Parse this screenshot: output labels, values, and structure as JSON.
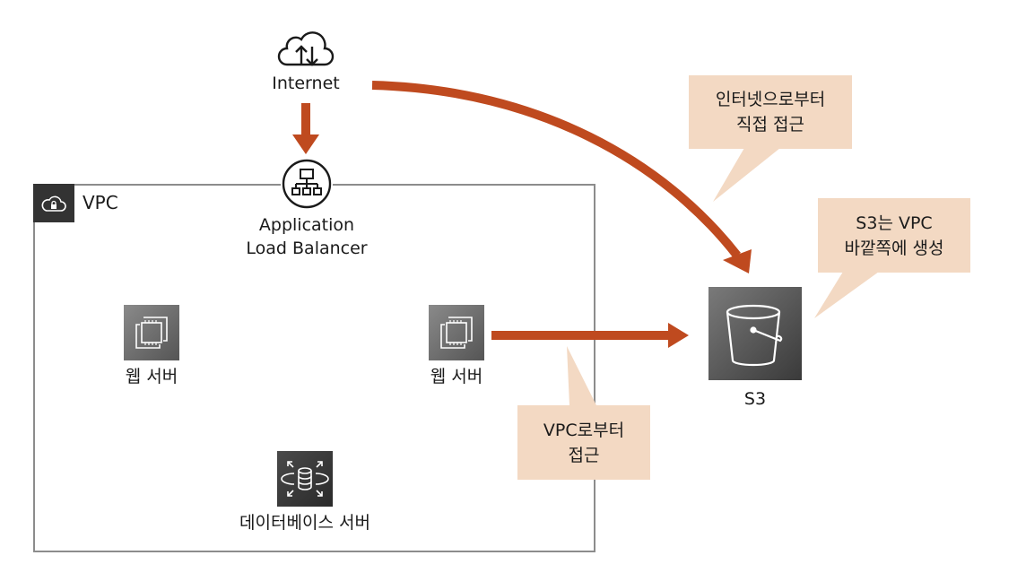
{
  "nodes": {
    "internet": {
      "label": "Internet",
      "icon": "cloud-upload-download-icon"
    },
    "vpc": {
      "label": "VPC",
      "icon": "cloud-lock-icon"
    },
    "alb": {
      "label_line1": "Application",
      "label_line2": "Load Balancer",
      "icon": "load-balancer-icon"
    },
    "web_server_1": {
      "label": "웹 서버",
      "icon": "ec2-instance-icon"
    },
    "web_server_2": {
      "label": "웹 서버",
      "icon": "ec2-instance-icon"
    },
    "database_server": {
      "label": "데이터베이스 서버",
      "icon": "rds-database-icon"
    },
    "s3": {
      "label": "S3",
      "icon": "s3-bucket-icon"
    }
  },
  "callouts": {
    "internet_direct": {
      "line1": "인터넷으로부터",
      "line2": "직접 접근"
    },
    "s3_outside_vpc": {
      "line1": "S3는 VPC",
      "line2": "바깥쪽에 생성"
    },
    "from_vpc": {
      "line1": "VPC로부터",
      "line2": "접근"
    }
  },
  "colors": {
    "arrow": "#bf4a1f",
    "callout_bg": "#f3d9c3",
    "vpc_border": "#8c8c8c"
  }
}
